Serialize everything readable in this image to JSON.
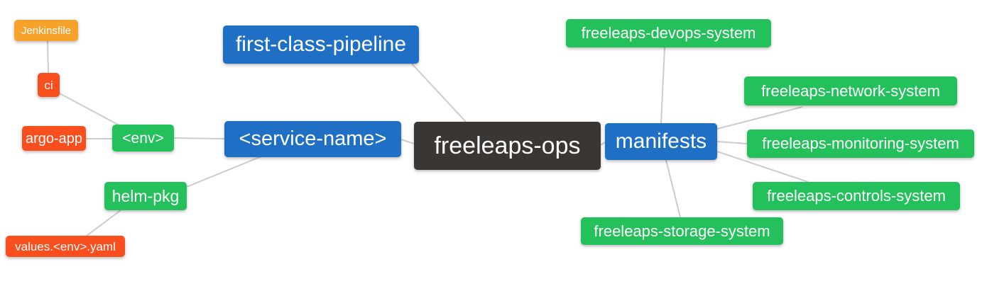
{
  "diagram": {
    "type": "mindmap",
    "root_label": "freeleaps-ops",
    "palette": {
      "blue": "#1F6FC5",
      "green": "#23C05C",
      "orange": "#F7A22A",
      "tomato": "#F94E1E",
      "dark": "#3A3633",
      "line": "#CCCCCC",
      "text": "#FFFFFF",
      "background": "#FFFFFF"
    },
    "nodes": [
      {
        "id": "jenkinsfile",
        "label": "Jenkinsfile",
        "color": "#F7A22A"
      },
      {
        "id": "ci",
        "label": "ci",
        "color": "#F94E1E"
      },
      {
        "id": "argo-app",
        "label": "argo-app",
        "color": "#F94E1E"
      },
      {
        "id": "env",
        "label": "<env>",
        "color": "#23C05C"
      },
      {
        "id": "helm-pkg",
        "label": "helm-pkg",
        "color": "#23C05C"
      },
      {
        "id": "values-env-yaml",
        "label": "values.<env>.yaml",
        "color": "#F94E1E"
      },
      {
        "id": "first-class-pipeline",
        "label": "first-class-pipeline",
        "color": "#1F6FC5"
      },
      {
        "id": "service-name",
        "label": "<service-name>",
        "color": "#1F6FC5"
      },
      {
        "id": "freeleaps-ops",
        "label": "freeleaps-ops",
        "color": "#3A3633"
      },
      {
        "id": "manifests",
        "label": "manifests",
        "color": "#1F6FC5"
      },
      {
        "id": "devops-system",
        "label": "freeleaps-devops-system",
        "color": "#23C05C"
      },
      {
        "id": "network-system",
        "label": "freeleaps-network-system",
        "color": "#23C05C"
      },
      {
        "id": "monitoring-system",
        "label": "freeleaps-monitoring-system",
        "color": "#23C05C"
      },
      {
        "id": "controls-system",
        "label": "freeleaps-controls-system",
        "color": "#23C05C"
      },
      {
        "id": "storage-system",
        "label": "freeleaps-storage-system",
        "color": "#23C05C"
      }
    ],
    "edges": [
      [
        "jenkinsfile",
        "ci"
      ],
      [
        "ci",
        "env"
      ],
      [
        "argo-app",
        "env"
      ],
      [
        "env",
        "service-name"
      ],
      [
        "helm-pkg",
        "service-name"
      ],
      [
        "values-env-yaml",
        "helm-pkg"
      ],
      [
        "first-class-pipeline",
        "freeleaps-ops"
      ],
      [
        "service-name",
        "freeleaps-ops"
      ],
      [
        "freeleaps-ops",
        "manifests"
      ],
      [
        "manifests",
        "devops-system"
      ],
      [
        "manifests",
        "network-system"
      ],
      [
        "manifests",
        "monitoring-system"
      ],
      [
        "manifests",
        "controls-system"
      ],
      [
        "manifests",
        "storage-system"
      ]
    ]
  }
}
